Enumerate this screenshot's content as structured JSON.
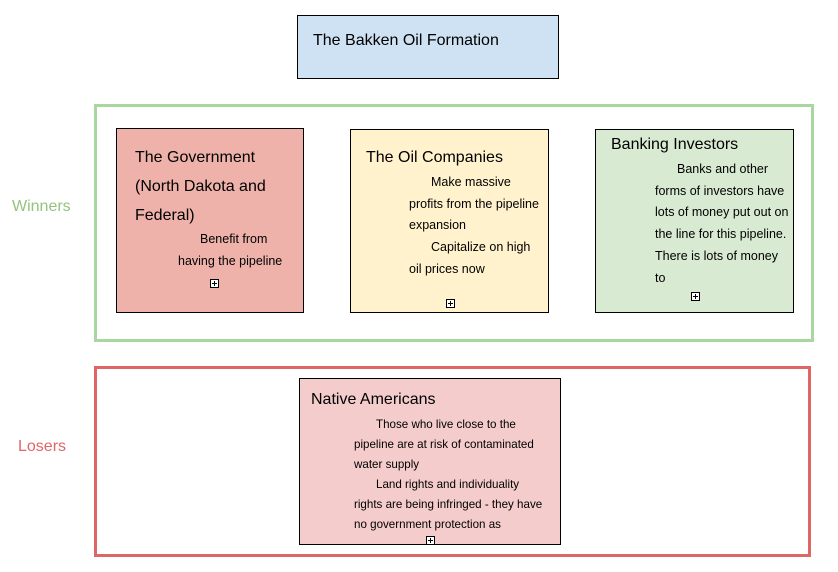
{
  "title": "The Bakken Oil Formation",
  "groups": {
    "winners_label": "Winners",
    "losers_label": "Losers"
  },
  "cards": {
    "government": {
      "title": "The Government (North Dakota and Federal)",
      "body": [
        "Benefit from having the pipeline"
      ]
    },
    "oil": {
      "title": "The Oil Companies",
      "body": [
        "Make massive profits from the pipeline expansion",
        "Capitalize on high oil prices now"
      ]
    },
    "banking": {
      "title": "Banking Investors",
      "body": [
        "Banks and other forms of investors have lots of money put out on the line for this pipeline. There is lots of money to"
      ]
    },
    "native": {
      "title": "Native Americans",
      "body": [
        "Those who live close to the pipeline are at risk of contaminated water supply",
        "Land rights and individuality rights are being infringed - they have no government protection as"
      ]
    }
  },
  "colors": {
    "title_fill": "#cfe2f3",
    "winners_border": "#a8d8a0",
    "winners_label": "#93c47d",
    "losers_border": "#e06666",
    "government_fill": "#eeb2aa",
    "oil_fill": "#fff2cc",
    "banking_fill": "#d9ead3",
    "native_fill": "#f4cccc"
  }
}
